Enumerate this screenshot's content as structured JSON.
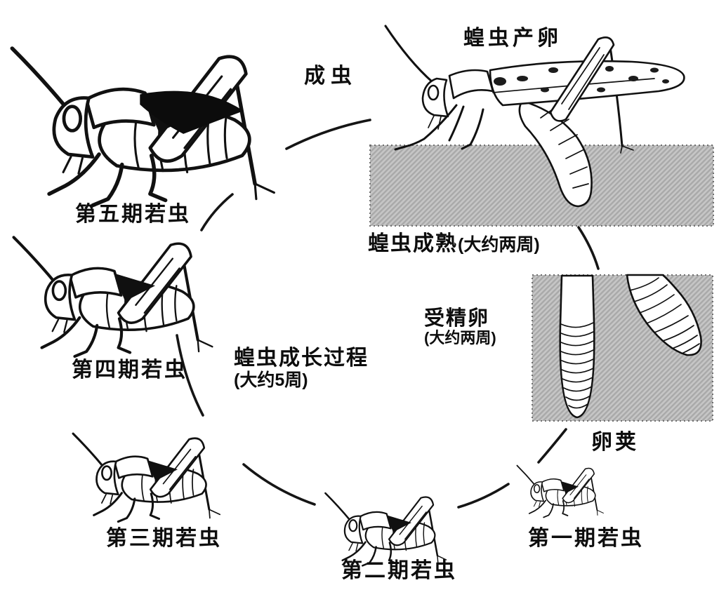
{
  "diagram": {
    "labels": {
      "adult": "成虫",
      "laying": "蝗虫产卵",
      "maturing": "蝗虫成熟",
      "maturing_duration": "(大约两周)",
      "fertilized_egg": "受精卵",
      "fertilized_egg_duration": "(大约两周)",
      "egg_pod": "卵荚",
      "growth": "蝗虫成长过程",
      "growth_duration": "(大约5周)",
      "instar5": "第五期若虫",
      "instar4": "第四期若虫",
      "instar3": "第三期若虫",
      "instar2": "第二期若虫",
      "instar1": "第一期若虫"
    },
    "colors": {
      "ink": "#111111",
      "background": "#ffffff",
      "soil_light": "#c9c9c9",
      "soil_dark": "#a9a9a9"
    }
  }
}
